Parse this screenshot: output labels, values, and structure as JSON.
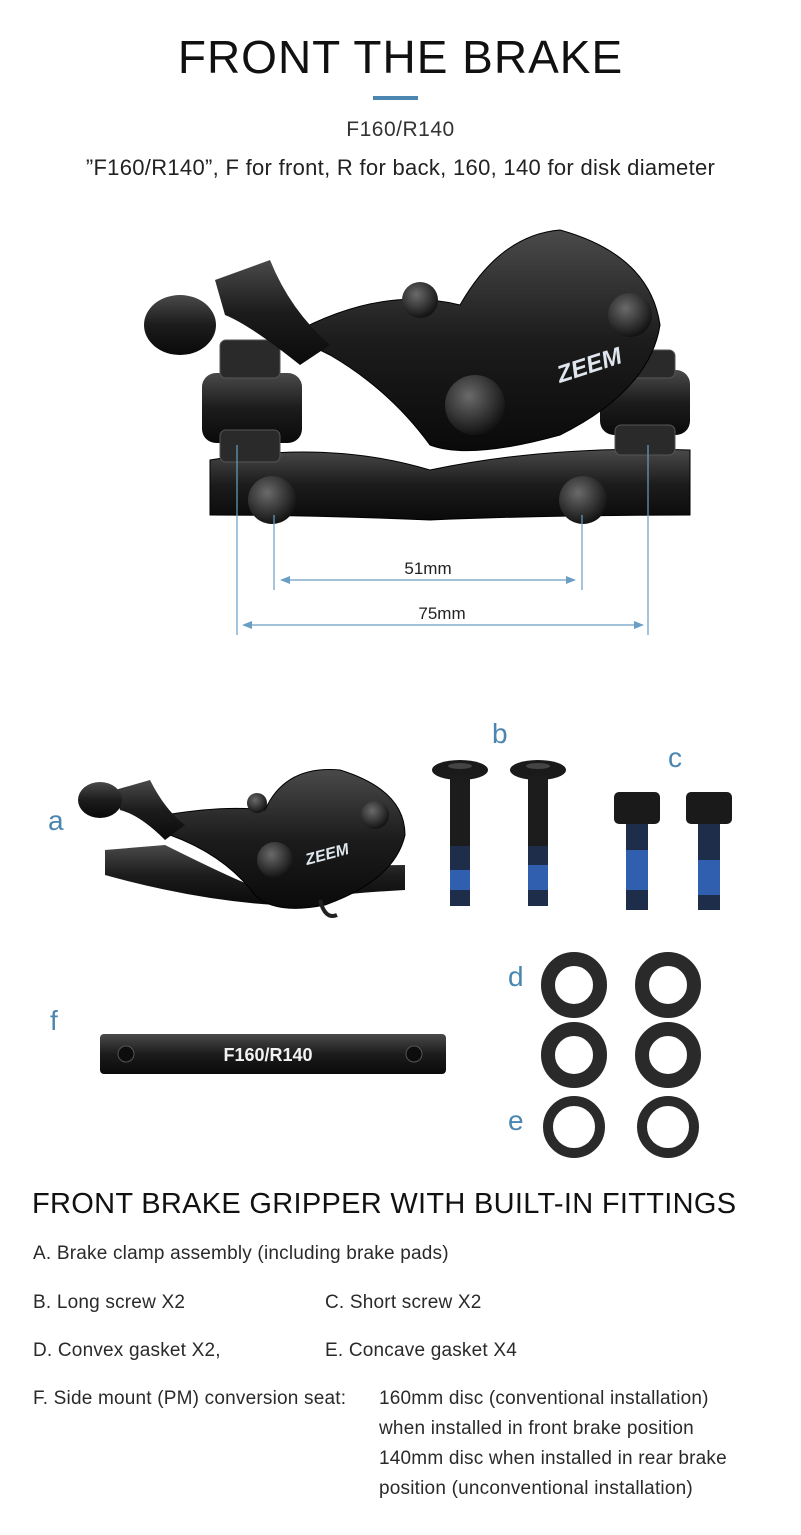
{
  "header": {
    "title": "FRONT THE BRAKE",
    "subtitle": "F160/R140",
    "description": "”F160/R140”, F for front, R for back, 160, 140 for disk diameter",
    "accent_color": "#4a86b0"
  },
  "main_image": {
    "brand": "ZEEM",
    "dim_inner": "51mm",
    "dim_outer": "75mm"
  },
  "parts": {
    "a": "a",
    "b": "b",
    "c": "c",
    "d": "d",
    "e": "e",
    "f": "f",
    "caliper_brand": "ZEEM",
    "adapter_label": "F160/R140"
  },
  "fittings": {
    "title": "FRONT BRAKE GRIPPER WITH BUILT-IN FITTINGS",
    "item_a": "A. Brake clamp assembly (including brake pads)",
    "item_b": "B. Long screw X2",
    "item_c": "C. Short screw X2",
    "item_d": "D. Convex gasket X2,",
    "item_e": "E. Concave gasket X4",
    "item_f_prefix": "F. Side mount (PM) conversion seat:",
    "item_f_lines": [
      "160mm disc (conventional installation)",
      "when installed in front brake position",
      "140mm disc when installed in rear brake",
      "position (unconventional installation)"
    ]
  }
}
